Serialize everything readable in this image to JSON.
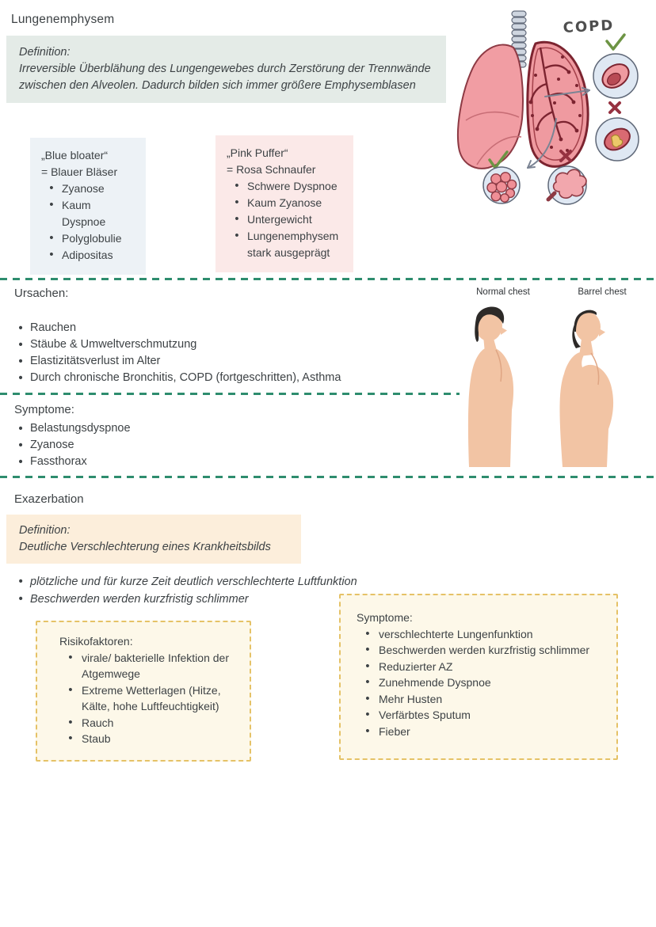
{
  "page": {
    "title": "Lungenemphysem"
  },
  "definition_box": {
    "label": "Definition:",
    "text": "Irreversible Überblähung des Lungengewebes durch Zerstörung der Trennwände zwischen den Alveolen. Dadurch bilden sich immer größere Emphysemblasen"
  },
  "blue_bloater": {
    "title": "„Blue bloater“",
    "subtitle": "= Blauer Bläser",
    "items": [
      "Zyanose",
      "Kaum Dyspnoe",
      "Polyglobulie",
      "Adipositas"
    ]
  },
  "pink_puffer": {
    "title": "„Pink Puffer“",
    "subtitle": "= Rosa Schnaufer",
    "items": [
      "Schwere Dyspnoe",
      "Kaum Zyanose",
      "Untergewicht",
      "Lungenemphysem stark ausgeprägt"
    ]
  },
  "copd_illustration": {
    "label": "COPD"
  },
  "ursachen": {
    "heading": "Ursachen:",
    "items": [
      "Rauchen",
      "Stäube & Umweltverschmutzung",
      "Elastizitätsverlust im Alter",
      "Durch chronische Bronchitis, COPD (fortgeschritten), Asthma"
    ]
  },
  "symptome": {
    "heading": "Symptome:",
    "items": [
      "Belastungsdyspnoe",
      "Zyanose",
      "Fassthorax"
    ]
  },
  "chest_illustration": {
    "left_label": "Normal chest",
    "right_label": "Barrel chest"
  },
  "exazerbation": {
    "heading": "Exazerbation",
    "definition_label": "Definition:",
    "definition_text": "Deutliche Verschlechterung eines Krankheitsbilds",
    "bullets": [
      "plötzliche und für kurze Zeit deutlich verschlechterte Luftfunktion",
      "Beschwerden werden kurzfristig schlimmer"
    ]
  },
  "risikofaktoren_box": {
    "heading": "Risikofaktoren:",
    "items": [
      "virale/ bakterielle Infektion der Atgemwege",
      "Extreme Wetterlagen (Hitze, Kälte, hohe Luftfeuchtigkeit)",
      "Rauch",
      "Staub"
    ]
  },
  "symptome_box": {
    "heading": "Symptome:",
    "items": [
      "verschlechterte Lungenfunktion",
      "Beschwerden werden kurzfristig schlimmer",
      "Reduzierter AZ",
      "Zunehmende Dyspnoe",
      "Mehr Husten",
      "Verfärbtes Sputum",
      "Fieber"
    ]
  },
  "colors": {
    "text": "#3d4245",
    "definition_green_bg": "#e4ebe7",
    "blue_box_bg": "#edf2f6",
    "pink_box_bg": "#fbe9e8",
    "orange_box_bg": "#fceedb",
    "cream_box_bg": "#fdf8e9",
    "dashed_gold_border": "#e5c267",
    "divider_green": "#2e8d6e"
  }
}
